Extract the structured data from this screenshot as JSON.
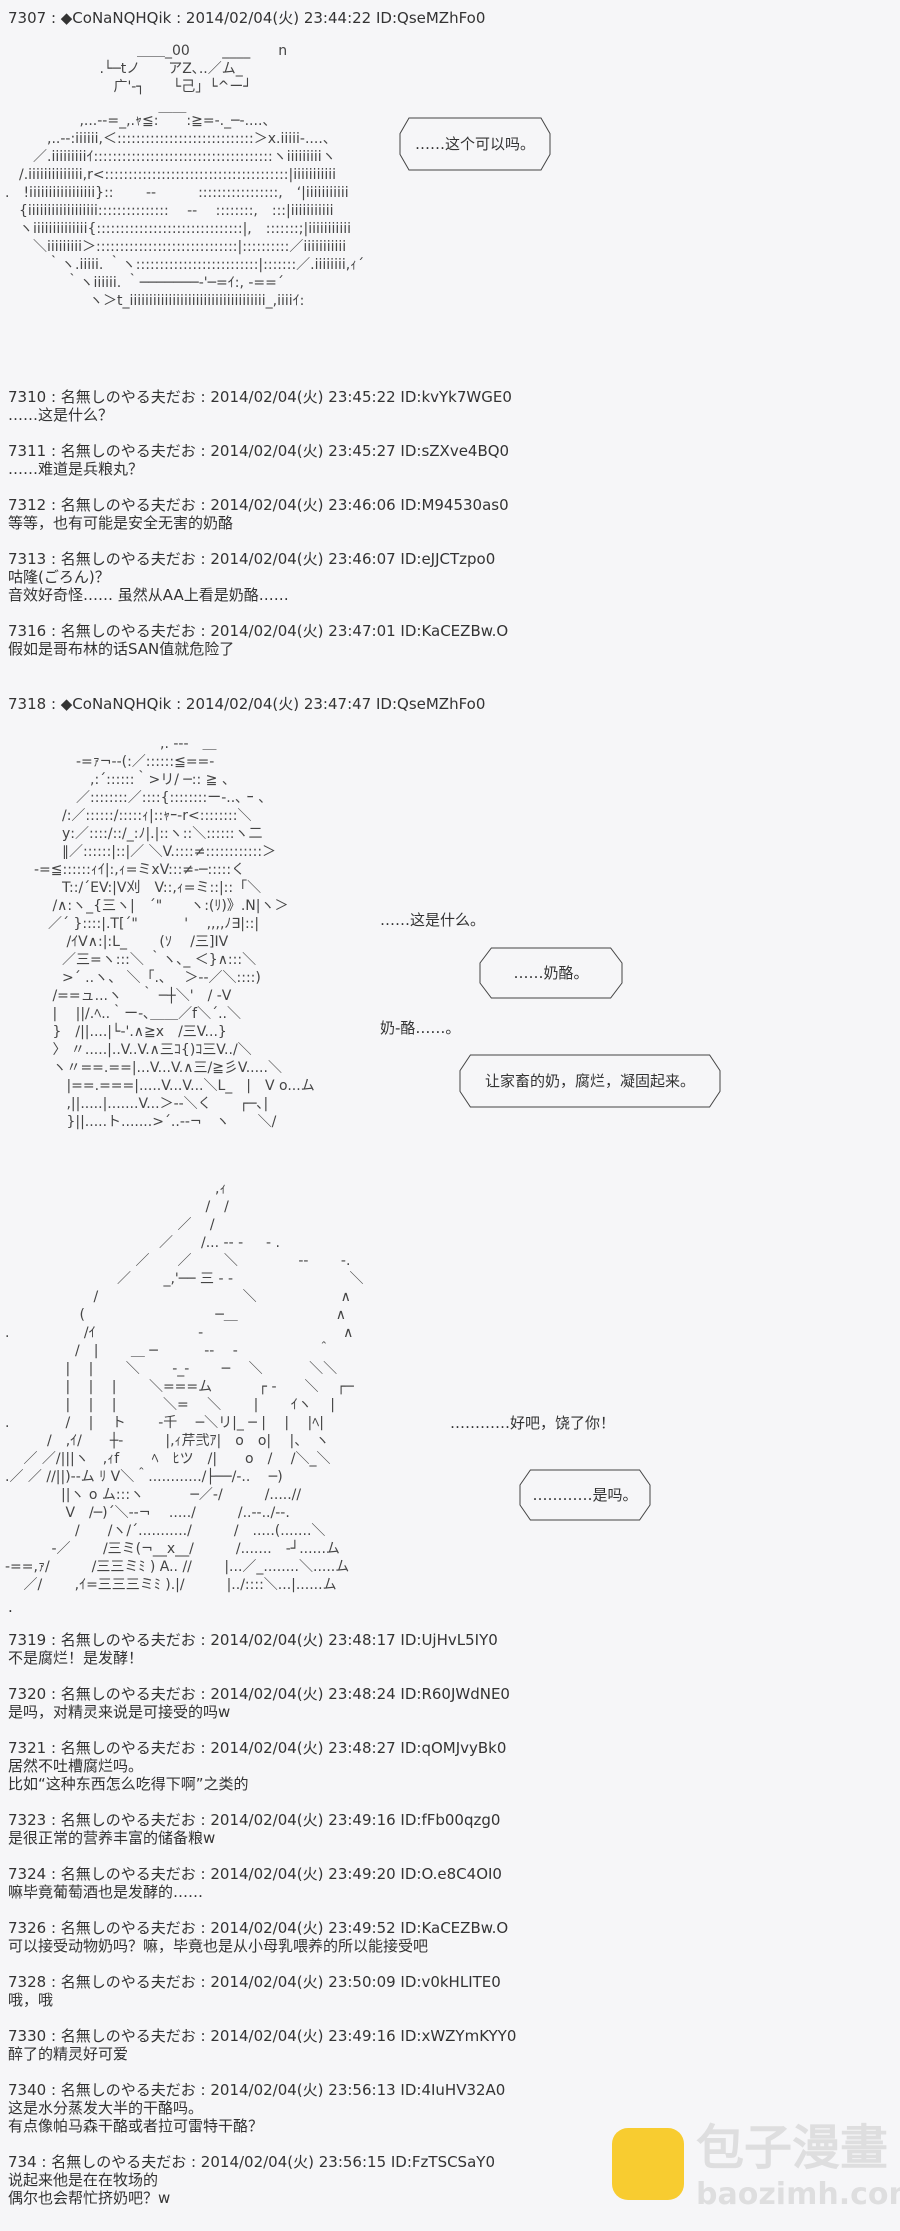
{
  "post_7307": {
    "header": "7307 : ◆CoNaNQHQik : 2014/02/04(火) 23:44:22 ID:QseMZhFo0"
  },
  "aa_title": [
    "　　　＿＿_00　　 ____　　n",
    " .└─tノ　　アZ､..／ム_",
    "　 广'-┐　　└己」└^ー┘"
  ],
  "aa_egg": [
    "　　　　　 ,...-‐=_,.ｬ≦:￣￣:≧=-._─-....、",
    "　　　,..-‐:iiiiii,＜:::::::::::::::::::::::::::::＞x.iiiii-....、",
    "　　／.iiiiiiiiiｲ::::::::::::::::::::::::::::::::::::::ヽiiiiiiiiiヽ",
    "　/.iiiiiiiiiiiiii,r<:::::::::::::::::::::::::::::::::::::::|iiiiiiiiiii",
    ".　!iiiiiiiiiiiiiiiii}::　　 ‐-　　　:::::::::::::::::,　‘|iiiiiiiiiii",
    "　{iiiiiiiiiiiiiiiiii:::::::::::::::　 ‐-　 ::::::::,　:::|iiiiiiiiiii",
    "　ヽiiiiiiiiiiiiii{:::::::::::::::::::::::::::::::|,　:::::::;|iiiiiiiiiii",
    "　　＼iiiiiiiii＞::::::::::::::::::::::::::::::|::::::::::／iiiiiiiiiii",
    "　　　｀ヽ.iiiii. ｀ヽ::::::::::::::::::::::::::|:::::::／.iiiiiiii,ｨ´",
    "　　　　 ｀ヽiiiiii. ｀───────‐'─=ｲ:, -==´",
    "　　　　　　ヽ＞t_iiiiiiiiiiiiiiiiiiiiiiiiiiiiiiiiiii_,iiiiｲ:"
  ],
  "bubble_1": "……这个可以吗。",
  "posts_a": [
    {
      "header": "7310 : 名無しのやる夫だお : 2014/02/04(火) 23:45:22 ID:kvYk7WGE0",
      "lines": [
        "……这是什么？"
      ]
    },
    {
      "header": "7311 : 名無しのやる夫だお : 2014/02/04(火) 23:45:27 ID:sZXve4BQ0",
      "lines": [
        "……难道是兵粮丸？"
      ]
    },
    {
      "header": "7312 : 名無しのやる夫だお : 2014/02/04(火) 23:46:06 ID:M94530as0",
      "lines": [
        "等等，也有可能是安全无害的奶酪"
      ]
    },
    {
      "header": "7313 : 名無しのやる夫だお : 2014/02/04(火) 23:46:07 ID:eJJCTzpo0",
      "lines": [
        "咕隆(ごろん)？",
        "音效好奇怪…… 虽然从AA上看是奶酪……"
      ]
    },
    {
      "header": "7316 : 名無しのやる夫だお : 2014/02/04(火) 23:47:01 ID:KaCEZBw.O",
      "lines": [
        "假如是哥布林的话SAN值就危险了"
      ]
    }
  ],
  "post_7318": {
    "header": "7318 : ◆CoNaNQHQik : 2014/02/04(火) 23:47:47 ID:QseMZhFo0"
  },
  "aa_girl": [
    "　　　　　　　　　　,. -‐-　＿",
    "　　　　-=ｧ¬-‐(:／::::::≦==-",
    "　　　　　,:´::::::｀>リ/ ─:: ≧ 、",
    "　　　　／::::::::／::::{::::::::ー-..､ ｰ 、",
    "　　　/:／::::::/:::::ｨ|::ｬｰ-r<::::::::＼",
    "　　　у:／::::/::/_:ﾉ|.|::ヽ::＼::::::ヽ二",
    "　　　∥／::::::|::|／ ＼V.::::≠::::::::::::＞",
    "　-=≦::::::ｨｲ|:,ｨ=ミxV:::≠-─:::::く",
    "　　　T::/´EV:|V刈　V::,ｨ=ミ::|::「＼",
    "　　 /∧:ヽ_{三ヽ|　´\"　　ヽ:(ﾘ)》.N|ヽ＞",
    "　　／´ }::::|.T[´\"　　　 '　 ,,,,ﾉ∃|::|",
    "　　　 /ｲV∧:|:L_　　 (ｿ　 /三]IV",
    "　　　／三=ヽ:::＼ ｀ヽ､_ ＜}∧:::＼",
    "　　　>´ ..ヽ、 ＼「.､　 ＞-‐／＼::::)",
    "　　 /==ュ...ヽ　 ｀ ─┼＼'　/ ‐V",
    "　　 |　 ||/.ﾍ..｀ー-､＿＿／f＼´..＼",
    "　　 }　/||....|└-'.∧≧x　/三V...}",
    "　　 〉 〃.....|..V..V.∧三ｺ{)ｺ三V../＼",
    "　　 ヽ〃==.==|...V...V.∧三/≧彡V.....＼",
    "　　　 |==.===|.....V...V...＼L_　|　V o...ム",
    "　　　 ,||.....|.......V...＞-‐＼く　　┌─､|",
    "　　　 }||.....ト.......>´..‐-¬　ヽ　　＼/"
  ],
  "caption_1": "……这是什么。",
  "bubble_2": "……奶酪。",
  "caption_2": "奶-酪……。",
  "bubble_3": "让家畜的奶，腐烂，凝固起来。",
  "aa_elf": [
    "　　　　　　　　　　　　　　　,ｨ",
    "　　　　　　　　　　　　　　 /　/",
    "　　　　　　　　　　　　 ／　 /",
    "　　　　　　　　　　　／　　/... -‐ - 　 - .",
    "　　　　　　　　　 ／　　／　　 ＼　　　　 ‐-　　 -.",
    "　　　　　　　　／　　 _,'── 三 ‐ -　　　　　　　　 ＼",
    "　　　　　　 /　　　　　　　　　　 ＼　　　　　　∧",
    "　　　　　 (　　　　　　　　　 ─＿　　　　　　　∧",
    ".　　　　　 /ｲ　　　　　　　 -　　　　　　　　　　∧",
    "　　　　　/　|　　 ＿ ─　　　 -‐　 - 　　　　 　＾",
    "　　　　 |　 |　　 ＼　　 -_-　　 ─　 ＼　　　 ＼＼",
    "　　　　 |　 |　 |　　 ＼===ム　　　 ┌ -　　＼　 ┌─",
    "　　　　 |　 |　 |　　　 ＼=　 ＼　　 |　　 ｲヽ　 |",
    ".　　　　/　 |　 ト　　 -千　 ─＼リ|_ ─ |　 |　 |ﾍ|",
    "　　　/　,ｲ/　　┼-　　　|,ｨ芹弐ｱ|　o　o|　 |、　ヽ",
    "　 ／ ／/|||ヽ　,ｨf　　 ﾍ　ﾋツ　/|　　o　/　 /＼_＼",
    ".／ ／ //||)--ム ﾘ V＼＾............/├──/-..　 ─)",
    "　　　　||ヽ o ム:::ヽ　　　 ─／-/　　　/.....//",
    "　　　　 V　/─)´＼-‐¬　 ...../　　　/..‐-../‐-.",
    "　　　　　/　　/ヽ/´.........../　　　/　.....(.......＼",
    "　　　 -／　　 /三ミ(¬__x__/　　　/.......　‐┘......ム",
    "-==,ｧ/　　　/三三ミﾐ ) A.. //　　 |...／_........＼.....ム",
    "　 ／/　　 ,ｲ=三三三ミﾐ ).|/　　　|../::::＼...|......ム"
  ],
  "caption_3": "…………好吧，饶了你！",
  "bubble_4": "…………是吗。",
  "separator_dot": ".",
  "posts_b": [
    {
      "header": "7319 : 名無しのやる夫だお : 2014/02/04(火) 23:48:17 ID:UjHvL5IY0",
      "lines": [
        "不是腐烂！是发酵！"
      ]
    },
    {
      "header": "7320 : 名無しのやる夫だお : 2014/02/04(火) 23:48:24 ID:R60JWdNE0",
      "lines": [
        "是吗，对精灵来说是可接受的吗w"
      ]
    },
    {
      "header": "7321 : 名無しのやる夫だお : 2014/02/04(火) 23:48:27 ID:qOMJvyBk0",
      "lines": [
        "居然不吐槽腐烂吗。",
        "比如“这种东西怎么吃得下啊”之类的"
      ]
    },
    {
      "header": "7323 : 名無しのやる夫だお : 2014/02/04(火) 23:49:16 ID:fFb00qzg0",
      "lines": [
        "是很正常的营养丰富的储备粮w"
      ]
    },
    {
      "header": "7324 : 名無しのやる夫だお : 2014/02/04(火) 23:49:20 ID:O.e8C4OI0",
      "lines": [
        "嘛毕竟葡萄酒也是发酵的……"
      ]
    },
    {
      "header": "7326 : 名無しのやる夫だお : 2014/02/04(火) 23:49:52 ID:KaCEZBw.O",
      "lines": [
        "可以接受动物奶吗？嘛，毕竟也是从小母乳喂养的所以能接受吧"
      ]
    },
    {
      "header": "7328 : 名無しのやる夫だお : 2014/02/04(火) 23:50:09 ID:v0kHLITE0",
      "lines": [
        "哦，哦"
      ]
    },
    {
      "header": "7330 : 名無しのやる夫だお : 2014/02/04(火) 23:49:16 ID:xWZYmKYY0",
      "lines": [
        "醉了的精灵好可爱"
      ]
    },
    {
      "header": "7340 : 名無しのやる夫だお : 2014/02/04(火) 23:56:13 ID:4IuHV32A0",
      "lines": [
        "这是水分蒸发大半的干酪吗。",
        "有点像帕马森干酪或者拉可雷特干酪？"
      ]
    },
    {
      "header": "734 : 名無しのやる夫だお : 2014/02/04(火) 23:56:15 ID:FzTSCSaY0",
      "lines": [
        "说起来他是在在牧场的",
        "偶尔也会帮忙挤奶吧？w"
      ]
    }
  ],
  "watermark": {
    "brand": "包子漫畫",
    "url": "baozimh.com",
    "logo_color": "#f8c81a"
  }
}
